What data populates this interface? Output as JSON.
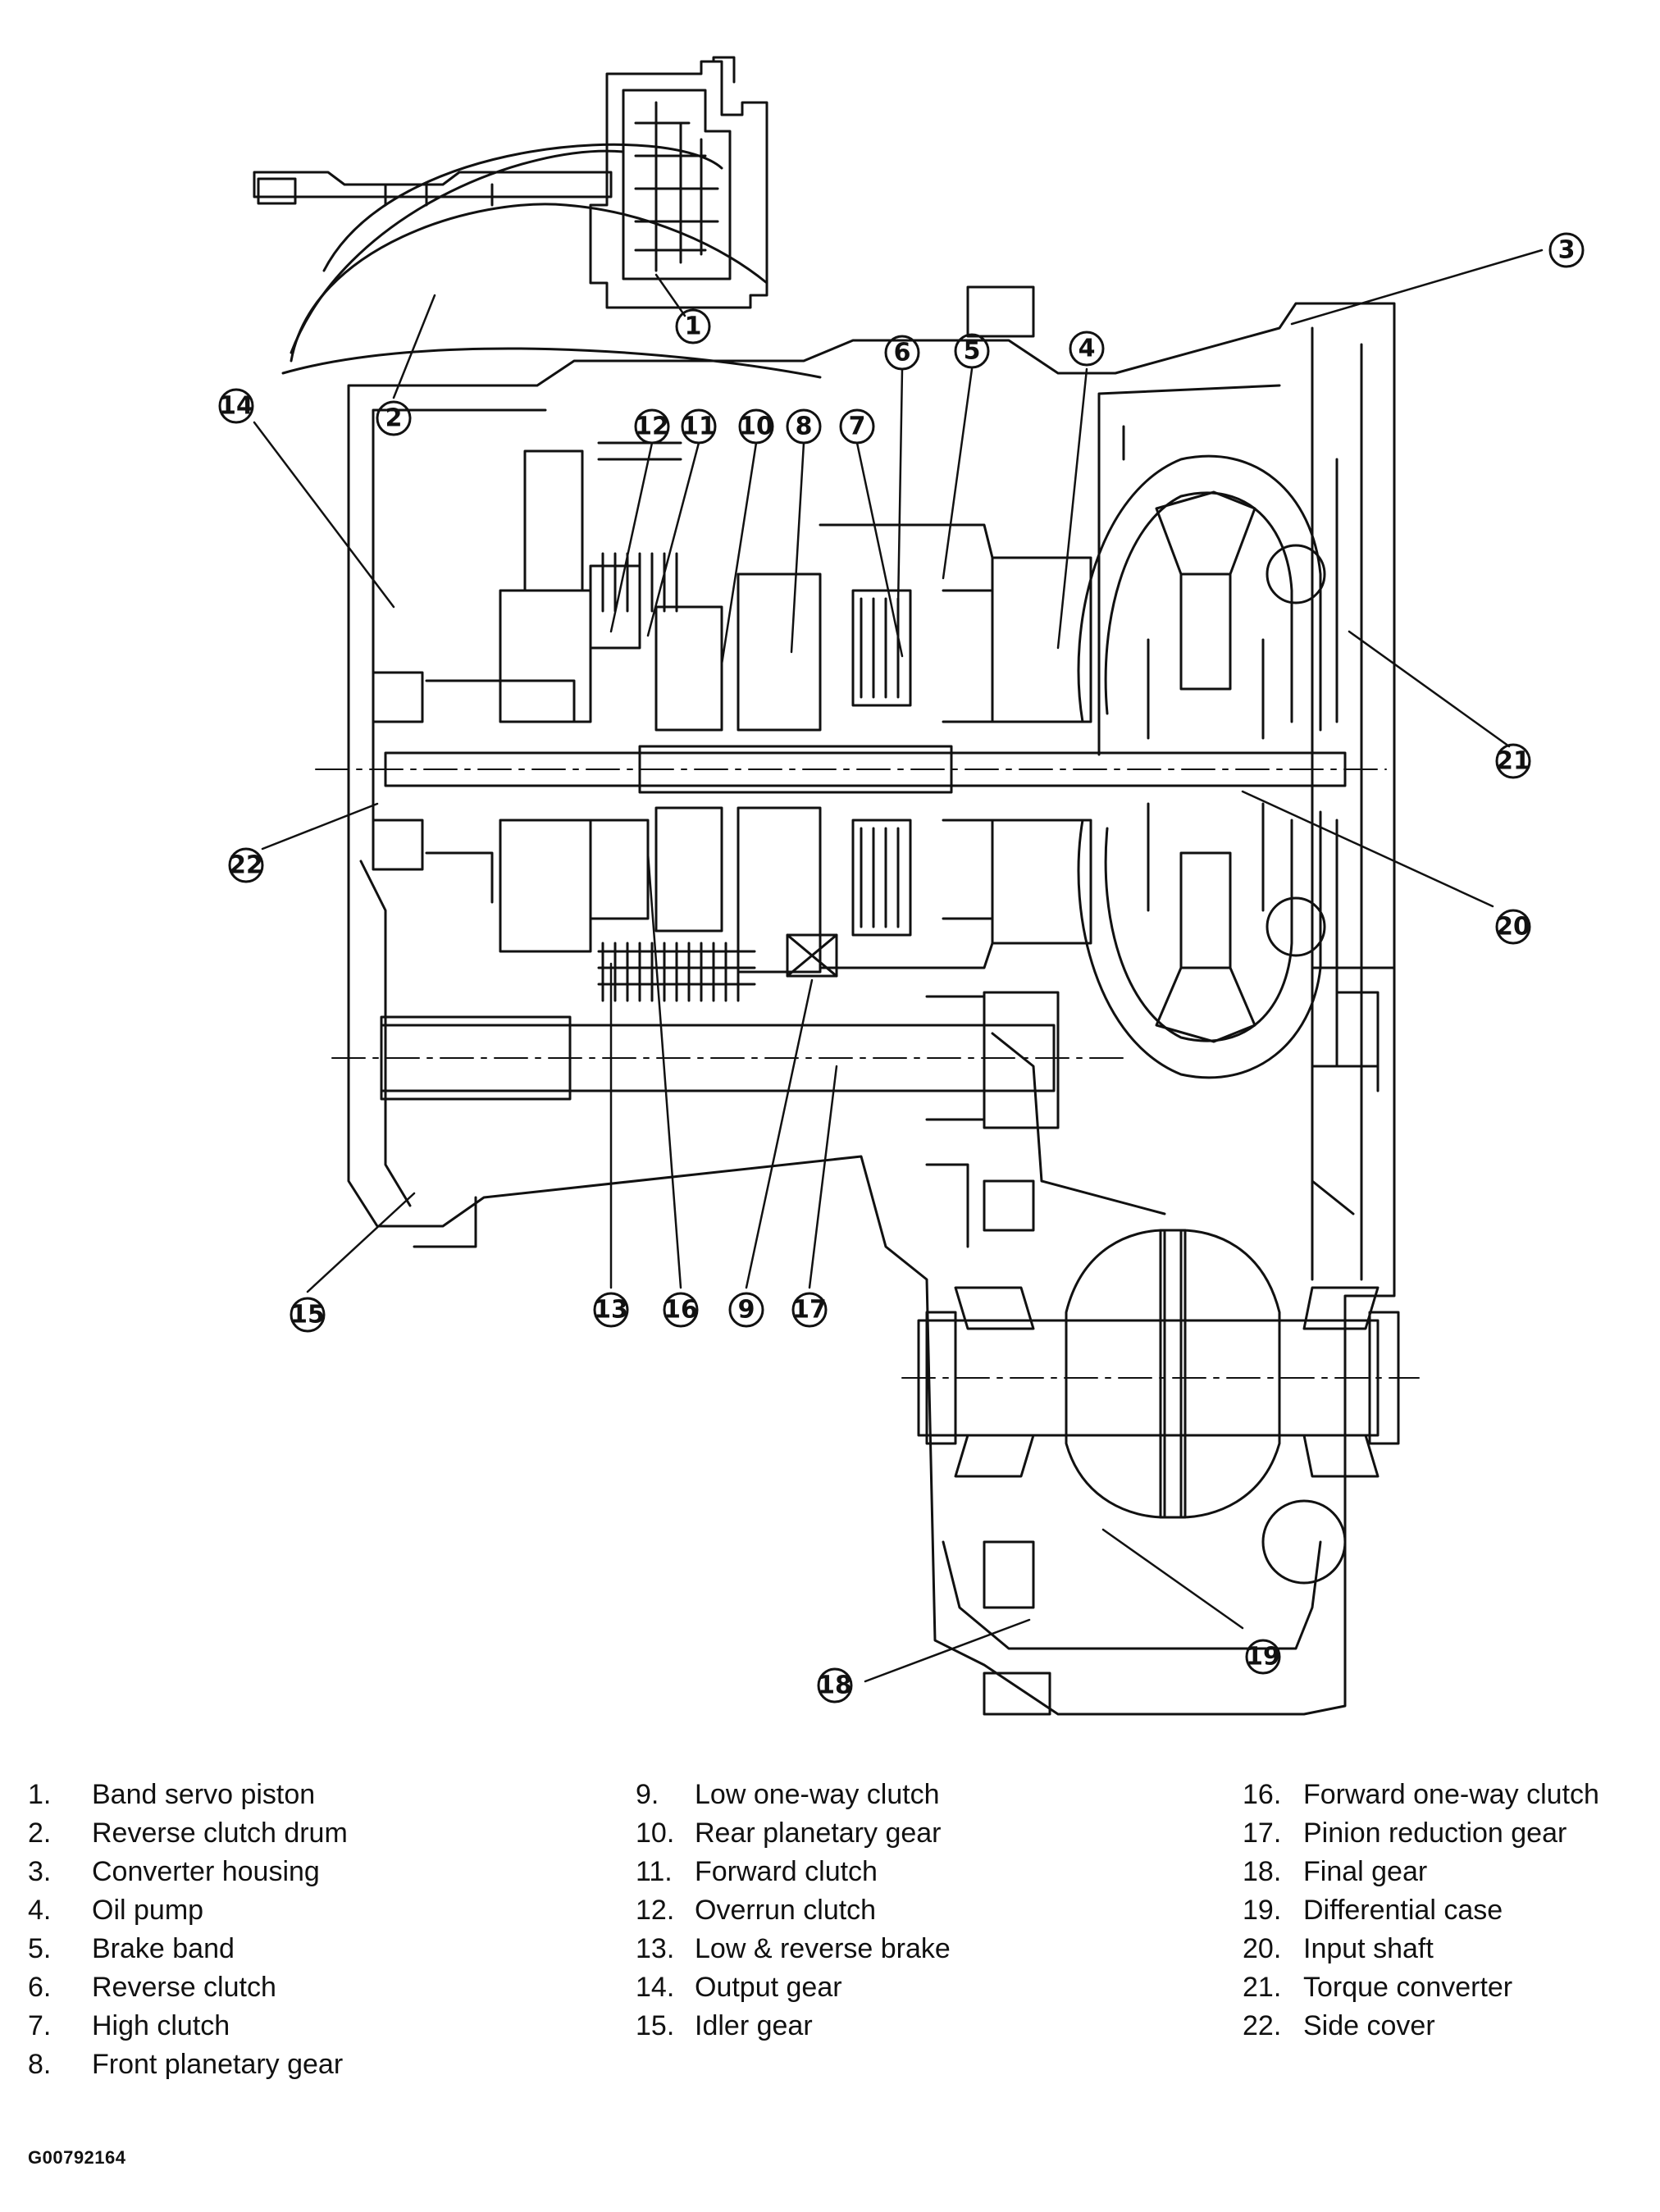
{
  "callouts": [
    {
      "n": "1"
    },
    {
      "n": "2"
    },
    {
      "n": "3"
    },
    {
      "n": "4"
    },
    {
      "n": "5"
    },
    {
      "n": "6"
    },
    {
      "n": "7"
    },
    {
      "n": "8"
    },
    {
      "n": "9"
    },
    {
      "n": "10"
    },
    {
      "n": "11"
    },
    {
      "n": "12"
    },
    {
      "n": "13"
    },
    {
      "n": "14"
    },
    {
      "n": "15"
    },
    {
      "n": "16"
    },
    {
      "n": "17"
    },
    {
      "n": "18"
    },
    {
      "n": "19"
    },
    {
      "n": "20"
    },
    {
      "n": "21"
    },
    {
      "n": "22"
    }
  ],
  "legend": [
    [
      {
        "num": "1.",
        "label": "Band servo piston"
      },
      {
        "num": "2.",
        "label": "Reverse clutch drum"
      },
      {
        "num": "3.",
        "label": "Converter housing"
      },
      {
        "num": "4.",
        "label": "Oil pump"
      },
      {
        "num": "5.",
        "label": "Brake band"
      },
      {
        "num": "6.",
        "label": "Reverse clutch"
      },
      {
        "num": "7.",
        "label": "High clutch"
      },
      {
        "num": "8.",
        "label": "Front planetary gear"
      }
    ],
    [
      {
        "num": "9.",
        "label": "Low one-way clutch"
      },
      {
        "num": "10.",
        "label": "Rear planetary gear"
      },
      {
        "num": "11.",
        "label": "Forward clutch"
      },
      {
        "num": "12.",
        "label": "Overrun clutch"
      },
      {
        "num": "13.",
        "label": "Low & reverse brake"
      },
      {
        "num": "14.",
        "label": "Output gear"
      },
      {
        "num": "15.",
        "label": "Idler gear"
      }
    ],
    [
      {
        "num": "16.",
        "label": "Forward one-way clutch"
      },
      {
        "num": "17.",
        "label": "Pinion reduction gear"
      },
      {
        "num": "18.",
        "label": "Final gear"
      },
      {
        "num": "19.",
        "label": "Differential case"
      },
      {
        "num": "20.",
        "label": "Input shaft"
      },
      {
        "num": "21.",
        "label": "Torque converter"
      },
      {
        "num": "22.",
        "label": "Side cover"
      }
    ]
  ],
  "figure_id": "G00792164"
}
